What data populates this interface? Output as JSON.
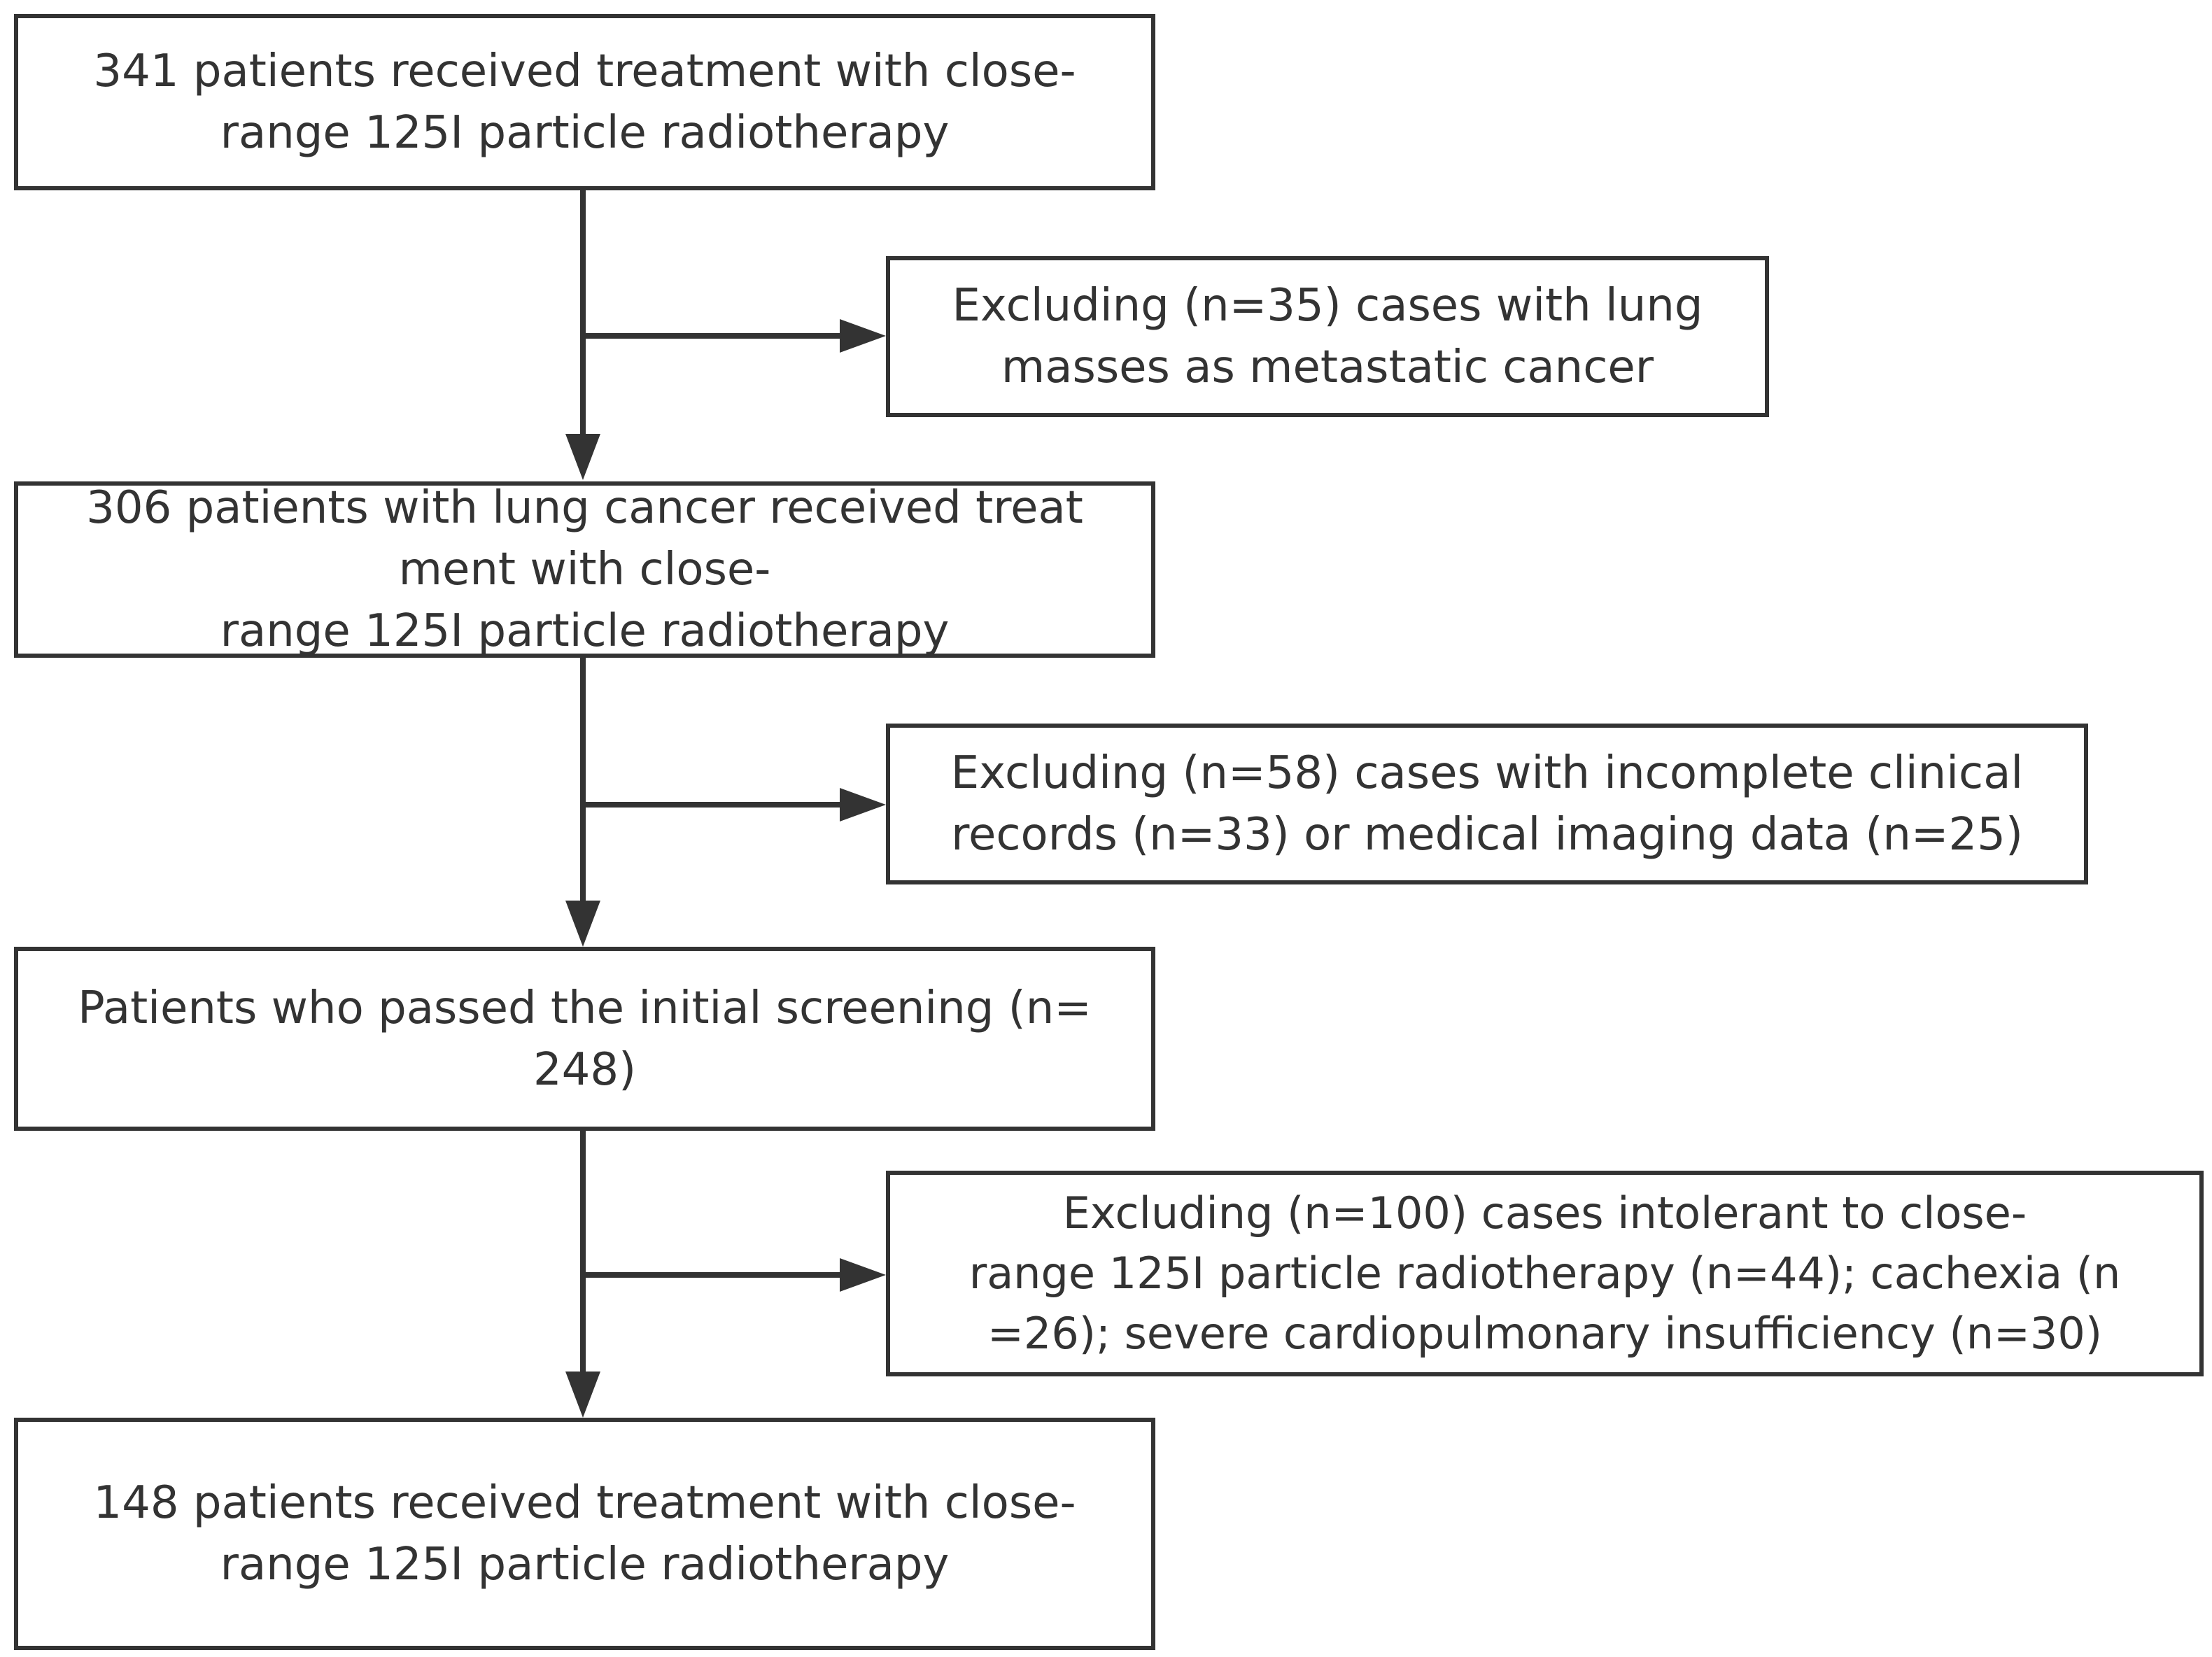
{
  "diagram": {
    "type": "flowchart",
    "colors": {
      "stroke": "#333333",
      "text": "#333333",
      "background": "#ffffff"
    },
    "main_steps": [
      {
        "id": "step-1",
        "lines": [
          "341 patients received treatment with close-",
          "range 125I particle radiotherapy"
        ]
      },
      {
        "id": "step-2",
        "lines": [
          "306 patients with lung cancer received treat",
          "ment with close-",
          "range 125I particle radiotherapy"
        ]
      },
      {
        "id": "step-3",
        "lines": [
          "Patients who passed the initial screening (n=",
          "248)"
        ]
      },
      {
        "id": "step-4",
        "lines": [
          "148 patients received treatment with close-",
          "range 125I particle radiotherapy"
        ]
      }
    ],
    "exclusions": [
      {
        "id": "exclusion-1",
        "lines": [
          "Excluding (n=35) cases with lung",
          "masses as metastatic cancer"
        ]
      },
      {
        "id": "exclusion-2",
        "lines": [
          "Excluding (n=58) cases with incomplete clinical",
          "records (n=33) or medical imaging data (n=25)"
        ]
      },
      {
        "id": "exclusion-3",
        "lines": [
          "Excluding (n=100) cases intolerant to close-",
          "range 125I particle radiotherapy (n=44); cachexia (n",
          "=26); severe cardiopulmonary insufficiency (n=30)"
        ]
      }
    ]
  }
}
